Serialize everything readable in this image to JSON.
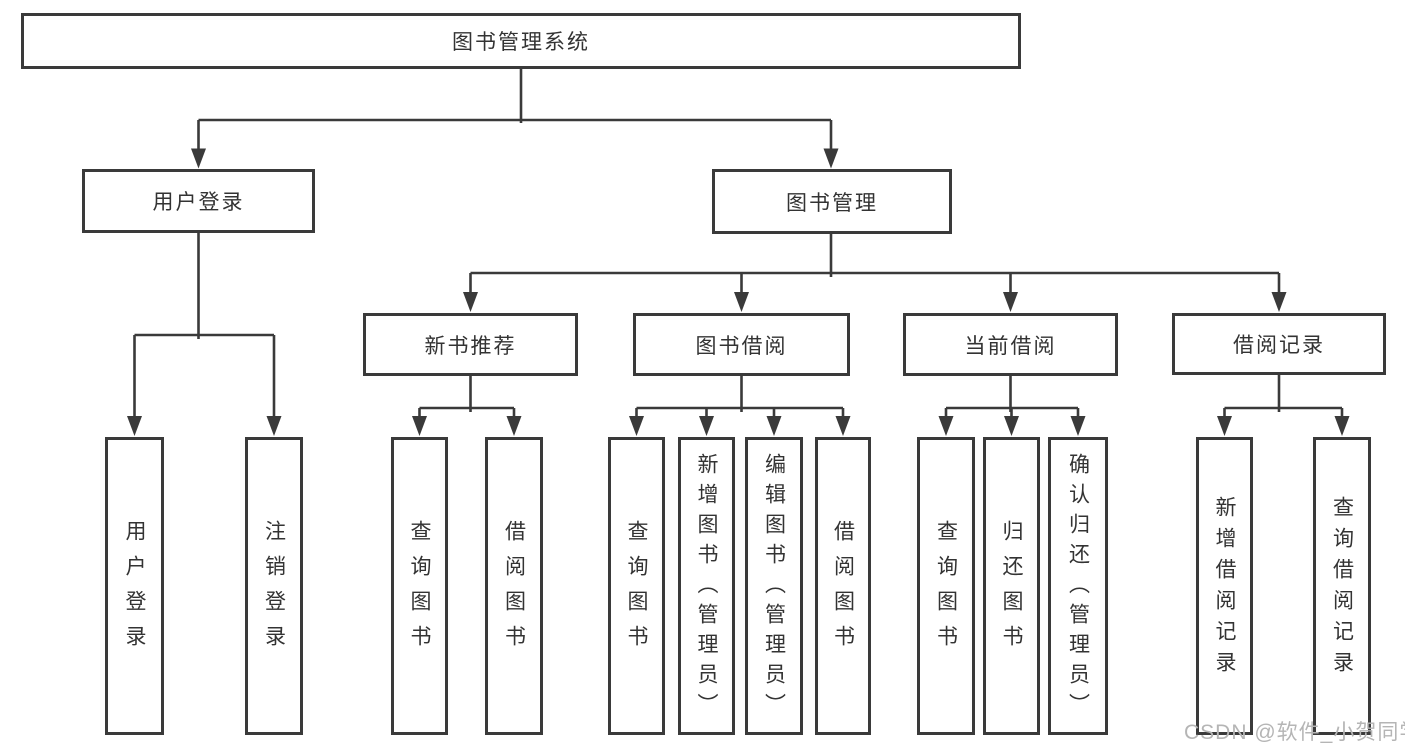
{
  "tree": {
    "label": "图书管理系统",
    "children": [
      {
        "label": "用户登录",
        "children": [
          {
            "label": "用户登录"
          },
          {
            "label": "注销登录"
          }
        ]
      },
      {
        "label": "图书管理",
        "children": [
          {
            "label": "新书推荐",
            "children": [
              {
                "label": "查询图书"
              },
              {
                "label": "借阅图书"
              }
            ]
          },
          {
            "label": "图书借阅",
            "children": [
              {
                "label": "查询图书"
              },
              {
                "label": "新增图书（管理员）"
              },
              {
                "label": "编辑图书（管理员）"
              },
              {
                "label": "借阅图书"
              }
            ]
          },
          {
            "label": "当前借阅",
            "children": [
              {
                "label": "查询图书"
              },
              {
                "label": "归还图书"
              },
              {
                "label": "确认归还（管理员）"
              }
            ]
          },
          {
            "label": "借阅记录",
            "children": [
              {
                "label": "新增借阅记录"
              },
              {
                "label": "查询借阅记录"
              }
            ]
          }
        ]
      }
    ]
  },
  "watermark": "CSDN @软件_小贺同学",
  "colors": {
    "line": "#3a3a3a",
    "text": "#333333",
    "watermark": "#b5b5b5",
    "background": "#ffffff"
  }
}
